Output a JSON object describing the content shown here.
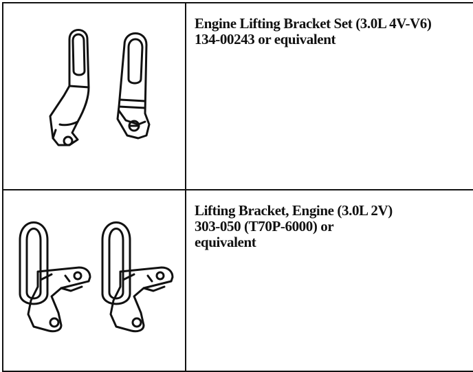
{
  "tools": [
    {
      "name": "Engine Lifting Bracket Set (3.0L 4V-V6)",
      "part_number": "134-00243 or equivalent",
      "illustration_icon": "engine-lifting-bracket-set-icon"
    },
    {
      "name": "Lifting Bracket, Engine (3.0L 2V)",
      "part_number": "303-050 (T70P-6000) or",
      "part_number_cont": "equivalent",
      "illustration_icon": "lifting-bracket-engine-icon"
    }
  ],
  "colors": {
    "ink": "#111111",
    "background": "#ffffff"
  }
}
